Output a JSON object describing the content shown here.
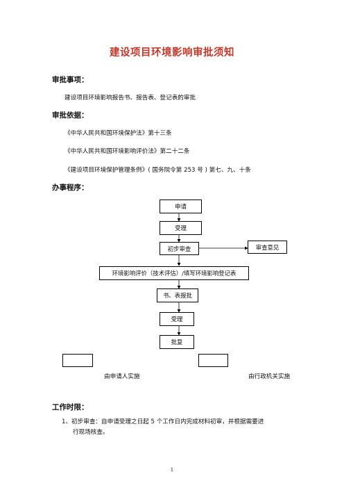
{
  "doc": {
    "title": "建设项目环境影响审批须知",
    "sections": {
      "matters": {
        "heading": "审批事项：",
        "text": "建设项目环境影响报告书、报告表、登记表的审批"
      },
      "basis": {
        "heading": "审批依据：",
        "items": [
          "《中华人民共和国环境保护法》第十三条",
          "《中华人民共和国环境影响评价法》第二十二条",
          "《建设项目环境保护管理条例》( 国务院令第 253 号 ) 第七、九、十条"
        ]
      },
      "procedure": {
        "heading": "办事程序：",
        "flow": {
          "apply": "申请",
          "accept": "受理",
          "initial_review": "初步审查",
          "review_opinion": "审查意见",
          "assessment": "环境影响评价（技术评估）/填写环境影响登记表",
          "submit": "书、表报批",
          "accept2": "受理",
          "approve": "批复"
        },
        "legend": {
          "applicant": "由申请人实施",
          "authority": "由行政机关实施"
        }
      },
      "time_limit": {
        "heading": "工作时限：",
        "items": [
          {
            "line1": "1、初步审查：自申请受理之日起 5 个工作日内完成材料初审，并根据需要进",
            "line2": "行现场核查。"
          }
        ]
      }
    },
    "page_number": "1"
  }
}
